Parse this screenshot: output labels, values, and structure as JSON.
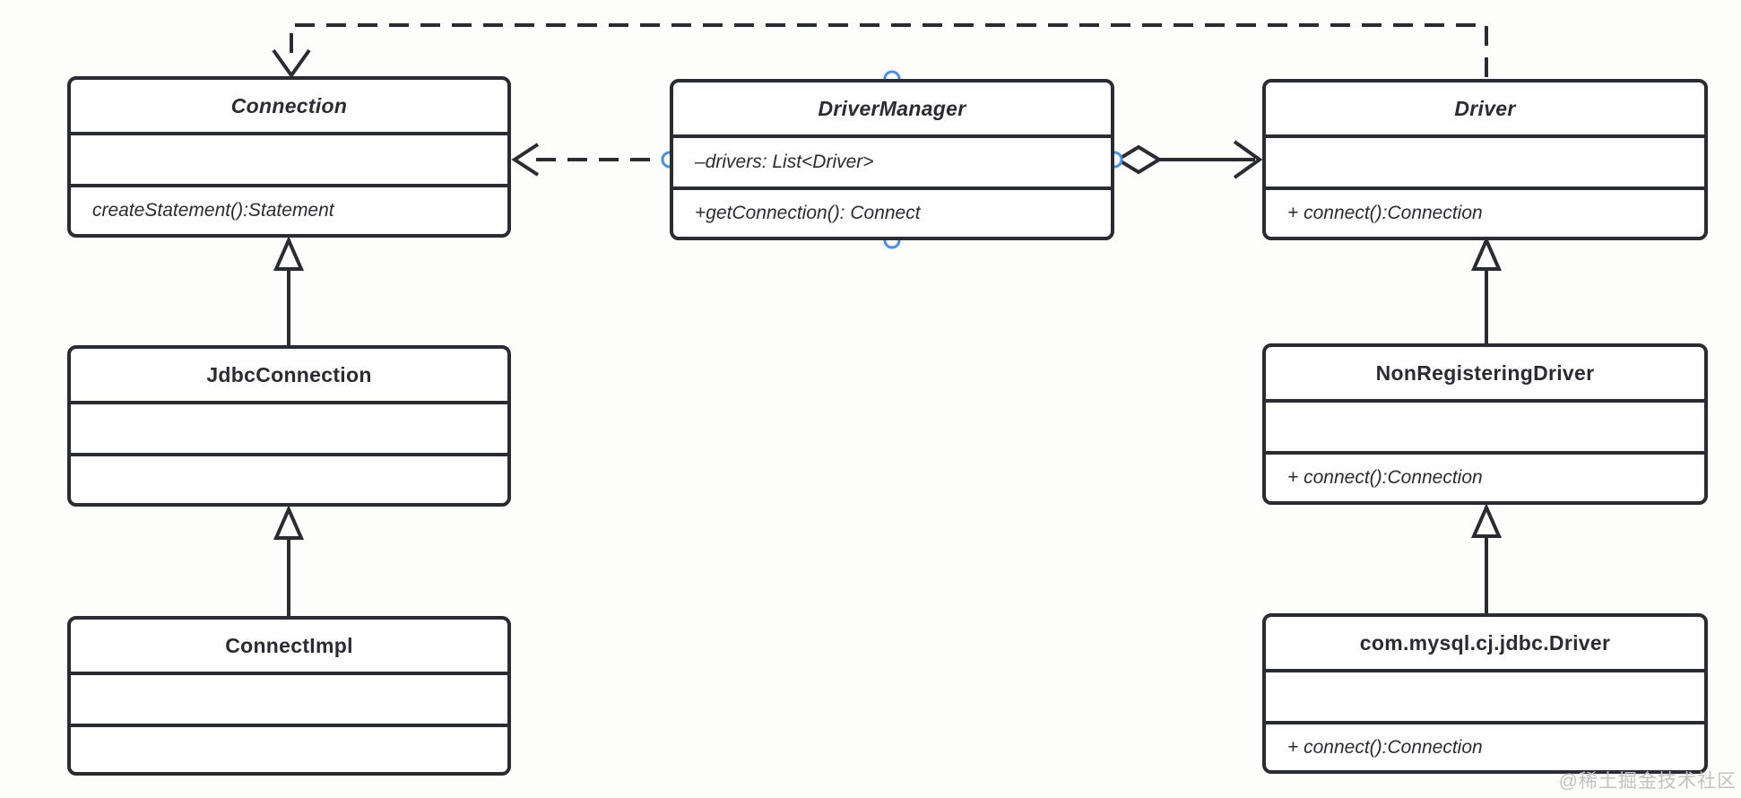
{
  "colors": {
    "line": "#2b2b32",
    "text": "#2b2b32",
    "bg": "#fdfdfc",
    "handle": "#4a90e2",
    "watermark": "#c2c2c2"
  },
  "watermark": {
    "text": "@稀土掘金技术社区"
  },
  "classes": [
    {
      "name": "Connection",
      "italic": true,
      "attribute": "",
      "method": "createStatement():Statement"
    },
    {
      "name": "JdbcConnection",
      "italic": false,
      "attribute": "",
      "method": ""
    },
    {
      "name": "ConnectImpl",
      "italic": false,
      "attribute": "",
      "method": ""
    },
    {
      "name": "DriverManager",
      "italic": true,
      "attribute": "–drivers: List<Driver>",
      "method": "+getConnection(): Connect"
    },
    {
      "name": "Driver",
      "italic": true,
      "attribute": "",
      "method": "+ connect():Connection"
    },
    {
      "name": "NonRegisteringDriver",
      "italic": false,
      "attribute": "",
      "method": "+ connect():Connection"
    },
    {
      "name": "com.mysql.cj.jdbc.Driver",
      "italic": false,
      "attribute": "",
      "method": "+ connect():Connection"
    }
  ],
  "relations": [
    {
      "from": "JdbcConnection",
      "to": "Connection",
      "type": "generalization"
    },
    {
      "from": "ConnectImpl",
      "to": "JdbcConnection",
      "type": "generalization"
    },
    {
      "from": "NonRegisteringDriver",
      "to": "Driver",
      "type": "generalization"
    },
    {
      "from": "com.mysql.cj.jdbc.Driver",
      "to": "NonRegisteringDriver",
      "type": "generalization"
    },
    {
      "from": "DriverManager",
      "to": "Connection",
      "type": "dependency"
    },
    {
      "from": "Driver",
      "to": "Connection",
      "type": "dependency"
    },
    {
      "from": "DriverManager",
      "to": "Driver",
      "type": "aggregation"
    }
  ]
}
